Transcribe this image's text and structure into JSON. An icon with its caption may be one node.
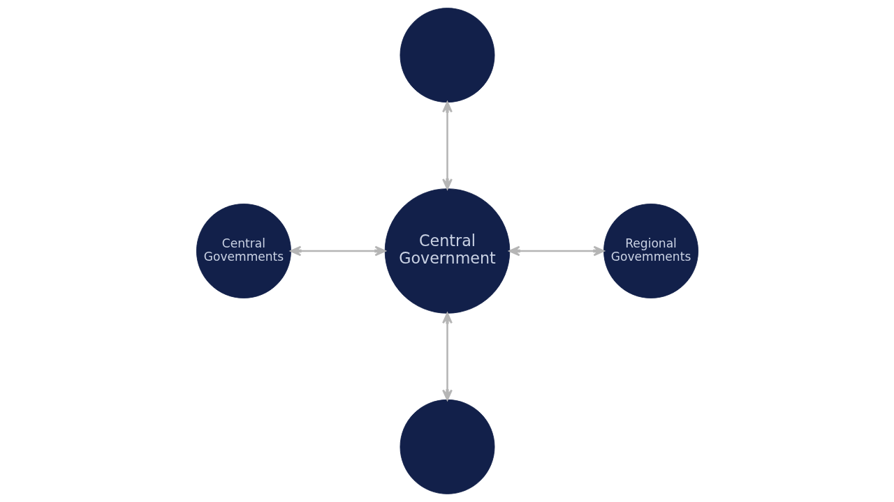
{
  "diagram": {
    "nodes": [
      {
        "text": [],
        "shape": "circle"
      },
      {
        "text": [
          "Central Govemments"
        ]
      },
      {
        "text": [
          "Central Government"
        ]
      },
      {
        "text": [
          "Regional Govemments"
        ]
      },
      {
        "text": [],
        "shape": "circle"
      }
    ],
    "edges": [
      {
        "from": 0,
        "to": 2,
        "arrow": "both"
      },
      {
        "from": 1,
        "to": 2,
        "arrow": "both"
      },
      {
        "from": 2,
        "to": 3,
        "arrow": "both"
      },
      {
        "from": 2,
        "to": 4,
        "arrow": "both"
      }
    ]
  }
}
